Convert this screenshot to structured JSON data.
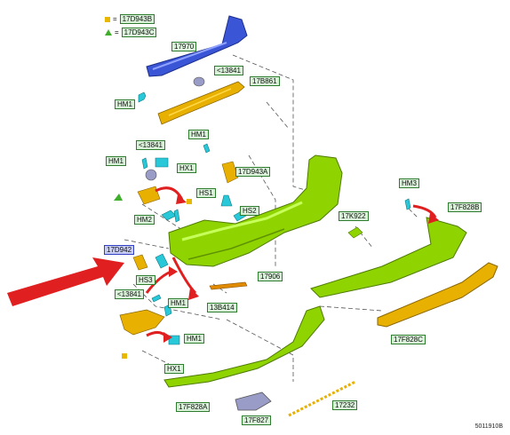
{
  "legend": [
    {
      "symbol": "yellow-square",
      "color": "#e8b800",
      "eq": "=",
      "code": "17D943B"
    },
    {
      "symbol": "green-triangle",
      "color": "#3fae2a",
      "eq": "=",
      "code": "17D943C"
    }
  ],
  "parts": {
    "p17970": "17970",
    "p13841_top": "<13841",
    "p17B861": "17B861",
    "hm1_a": "HM1",
    "p13841_mid": "<13841",
    "hm1_b": "HM1",
    "hx1_a": "HX1",
    "hm1_c": "HM1",
    "p17D943A": "17D943A",
    "hs1": "HS1",
    "hm2": "HM2",
    "hs2": "HS2",
    "p17K922": "17K922",
    "hm3": "HM3",
    "p17F828B": "17F828B",
    "p17D942": "17D942",
    "hs3": "HS3",
    "p17906": "17906",
    "p13841_low": "<13841",
    "hm1_d": "HM1",
    "p13B414": "13B414",
    "hm1_e": "HM1",
    "p17F828C": "17F828C",
    "hx1_b": "HX1",
    "p17F828A": "17F828A",
    "p17F827": "17F827",
    "p17232": "17232"
  },
  "doc_number": "5011910B",
  "colors": {
    "green_part": "#8fd400",
    "blue_part": "#3a55d6",
    "yellow_part": "#e8b000",
    "cyan_part": "#28c8d8",
    "red_arrow": "#e02020",
    "gray_part": "#9a9cc8"
  }
}
